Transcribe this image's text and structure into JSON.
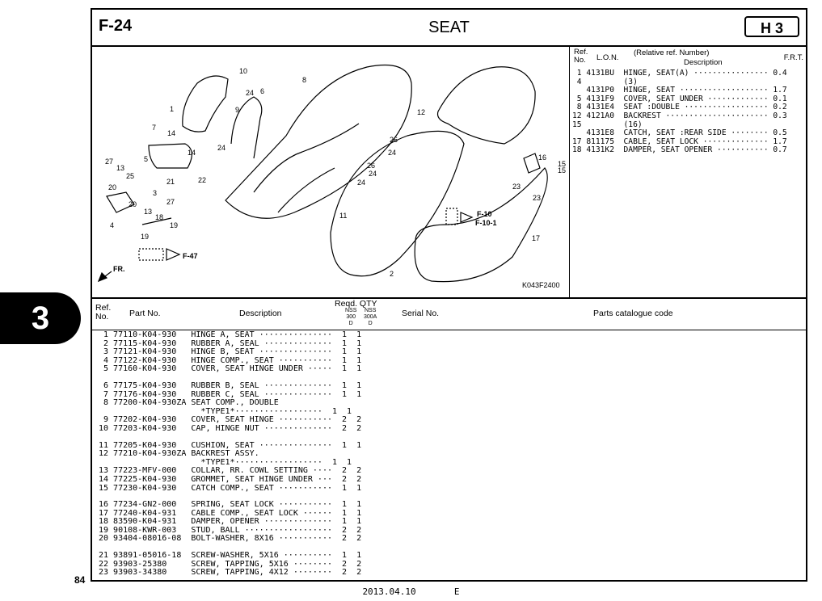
{
  "header": {
    "figure_id": "F-24",
    "title": "SEAT",
    "section_badge": "H 3"
  },
  "side_tab": "3",
  "page_number": "84",
  "footer": {
    "date": "2013.04.10",
    "edition": "E"
  },
  "diagram": {
    "callouts": [
      "1",
      "2",
      "3",
      "4",
      "5",
      "6",
      "7",
      "8",
      "9",
      "10",
      "11",
      "12",
      "13",
      "13",
      "14",
      "14",
      "15",
      "15",
      "16",
      "17",
      "18",
      "19",
      "19",
      "20",
      "20",
      "21",
      "22",
      "23",
      "23",
      "24",
      "24",
      "24",
      "24",
      "24",
      "25",
      "26",
      "26",
      "27",
      "27"
    ],
    "refs": [
      "F-47",
      "F-10",
      "F-10-1"
    ],
    "front_marker": "FR.",
    "drawing_code": "K043F2400"
  },
  "ref_panel": {
    "headers": {
      "ref_no": "Ref.\nNo.",
      "lon": "L.O.N.",
      "relative": "(Relative ref. Number)",
      "description": "Description",
      "frt": "F.R.T."
    },
    "lines": [
      " 1 4131BU  HINGE, SEAT(A) ················ 0.4",
      " 4         (3)",
      "   4131P0  HINGE, SEAT ··················· 1.7",
      " 5 4131F9  COVER, SEAT UNDER ············· 0.1",
      " 8 4131E4  SEAT :DOUBLE ·················· 0.2",
      "12 4121A0  BACKREST ······················ 0.3",
      "15         (16)",
      "   4131E8  CATCH, SEAT :REAR SIDE ········ 0.5",
      "17 811175  CABLE, SEAT LOCK ·············· 1.7",
      "18 4131K2  DAMPER, SEAT OPENER ··········· 0.7"
    ]
  },
  "parts_list": {
    "headers": {
      "ref_no": "Ref.\nNo.",
      "part_no": "Part No.",
      "description": "Description",
      "reqd_qty": "Reqd. QTY",
      "model1": "NSS\n300\nD",
      "model2": "NSS\n300A\nD",
      "serial_no": "Serial No.",
      "catalogue": "Parts catalogue code"
    },
    "groups": [
      [
        " 1 77110-K04-930   HINGE A, SEAT ···············  1  1",
        " 2 77115-K04-930   RUBBER A, SEAL ··············  1  1",
        " 3 77121-K04-930   HINGE B, SEAT ···············  1  1",
        " 4 77122-K04-930   HINGE COMP., SEAT ···········  1  1",
        " 5 77160-K04-930   COVER, SEAT HINGE UNDER ·····  1  1"
      ],
      [
        " 6 77175-K04-930   RUBBER B, SEAL ··············  1  1",
        " 7 77176-K04-930   RUBBER C, SEAL ··············  1  1",
        " 8 77200-K04-930ZA SEAT COMP., DOUBLE",
        "                     *TYPE1*··················  1  1",
        " 9 77202-K04-930   COVER, SEAT HINGE ···········  2  2",
        "10 77203-K04-930   CAP, HINGE NUT ··············  2  2"
      ],
      [
        "11 77205-K04-930   CUSHION, SEAT ···············  1  1",
        "12 77210-K04-930ZA BACKREST ASSY.",
        "                     *TYPE1*··················  1  1",
        "13 77223-MFV-000   COLLAR, RR. COWL SETTING ····  2  2",
        "14 77225-K04-930   GROMMET, SEAT HINGE UNDER ···  2  2",
        "15 77230-K04-930   CATCH COMP., SEAT ···········  1  1"
      ],
      [
        "16 77234-GN2-000   SPRING, SEAT LOCK ···········  1  1",
        "17 77240-K04-931   CABLE COMP., SEAT LOCK ······  1  1",
        "18 83590-K04-931   DAMPER, OPENER ··············  1  1",
        "19 90108-KWR-003   STUD, BALL ··················  2  2",
        "20 93404-08016-08  BOLT-WASHER, 8X16 ···········  2  2"
      ],
      [
        "21 93891-05016-18  SCREW-WASHER, 5X16 ··········  1  1",
        "22 93903-25380     SCREW, TAPPING, 5X16 ········  2  2",
        "23 93903-34380     SCREW, TAPPING, 4X12 ········  2  2"
      ]
    ]
  }
}
